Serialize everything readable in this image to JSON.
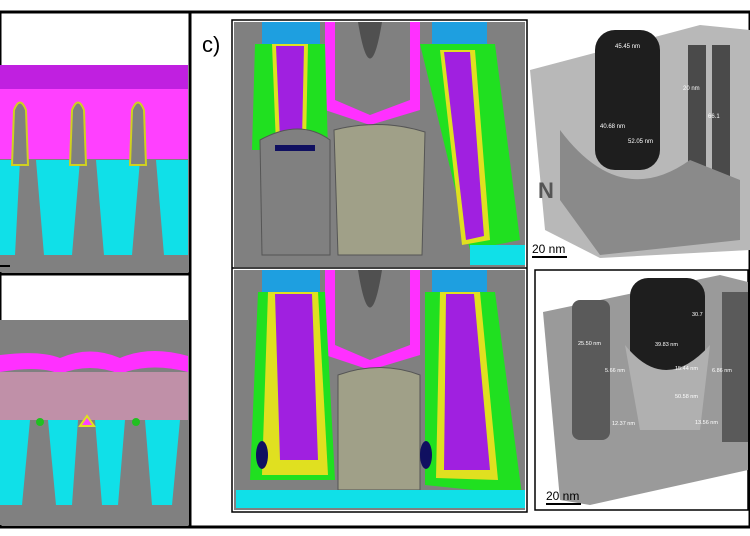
{
  "panel_label": "c)",
  "tem_top": {
    "type_label": "N",
    "scale_bar": "20 nm",
    "measurements": [
      "45.45 nm",
      "40.68 nm",
      "52.05 nm",
      "66.1",
      "20 nm"
    ]
  },
  "tem_bottom": {
    "scale_bar": "20 nm",
    "measurements": [
      "39.83 nm",
      "15.44 nm",
      "50.58 nm",
      "12.37 nm",
      "13.56 nm",
      "5.66 nm",
      "6.86 nm",
      "25.50 nm",
      "30.7"
    ]
  },
  "colors": {
    "magenta": "#e020e0",
    "purple": "#9a20e0",
    "cyan": "#10e0e8",
    "green": "#20e020",
    "gray": "#808080",
    "olive": "#a0a088",
    "blue": "#1e9fe0",
    "yellow": "#e8e020"
  }
}
